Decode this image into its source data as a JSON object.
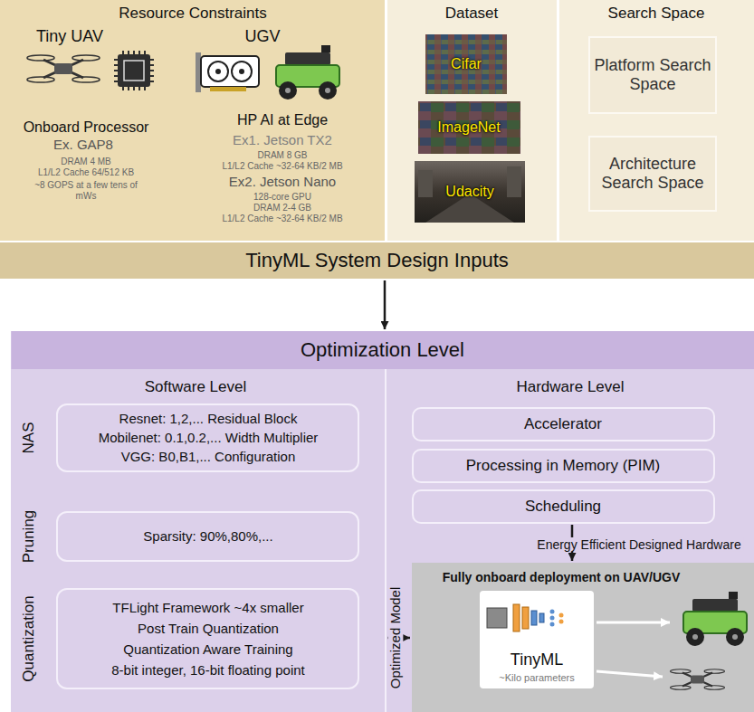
{
  "diagram": {
    "nodes": [
      {
        "text": [
          "Resource Constraints"
        ]
      },
      {
        "text": [
          "Dataset"
        ]
      },
      {
        "text": [
          "Cifar"
        ],
        "in": 1
      },
      {
        "text": [
          "ImageNet"
        ],
        "in": 1
      },
      {
        "text": [
          "Udacity"
        ],
        "in": 1
      },
      {
        "text": [
          "Search Space"
        ]
      },
      {
        "text": [
          "Platform Search Space"
        ],
        "in": 5
      },
      {
        "text": [
          "Architecture Search Space"
        ],
        "in": 5
      },
      {
        "text": [
          "TinyML System Design Inputs"
        ]
      },
      {
        "text": [
          "Optimization Level"
        ]
      },
      {
        "text": [
          "Software Level"
        ],
        "in": 9
      },
      {
        "text": [
          "NAS",
          "Resnet: 1,2,... Residual Block",
          "Mobilenet: 0.1,0.2,... Width Multiplier",
          "VGG: B0,B1,... Configuration"
        ],
        "in": 10
      },
      {
        "text": [
          "Pruning",
          "Sparsity: 90%,80%,..."
        ],
        "in": 10
      },
      {
        "text": [
          "Quantization",
          "TFLight Framework ~4x smaller",
          "Post Train Quantization",
          "Quantization Aware Training",
          "8-bit integer, 16-bit floating point"
        ],
        "in": 10
      },
      {
        "text": [
          "Hardware Level"
        ],
        "in": 9
      },
      {
        "text": [
          "Accelerator"
        ],
        "in": 14
      },
      {
        "text": [
          "Processing in Memory (PIM)"
        ],
        "in": 14
      },
      {
        "text": [
          "Scheduling"
        ],
        "in": 14
      },
      {
        "text": [
          "Fully onboard deployment on UAV/UGV"
        ],
        "in": 9
      },
      {
        "text": [
          "TinyML",
          "~Kilo parameters"
        ],
        "in": 18
      }
    ],
    "edges": [
      {
        "from": 8,
        "to": 9,
        "arrow": "to"
      },
      {
        "from": 17,
        "to": 18,
        "label": "Energy Efficient Designed Hardware",
        "arrow": "to"
      },
      {
        "from": 10,
        "to": 18,
        "label": "Optimized Model",
        "arrow": "to"
      }
    ],
    "labels": [
      "Tiny UAV",
      "UGV",
      "Onboard Processor",
      "Ex. GAP8",
      "DRAM 4 MB",
      "L1/L2 Cache 64/512 KB",
      "~8 GOPS at a few tens of mWs",
      "HP AI at Edge",
      "Ex1. Jetson TX2",
      "DRAM 8 GB",
      "L1/L2 Cache ~32-64 KB/2 MB",
      "Ex2. Jetson Nano",
      "128-core GPU",
      "DRAM 2-4 GB",
      "L1/L2 Cache ~32-64 KB/2 MB"
    ]
  }
}
